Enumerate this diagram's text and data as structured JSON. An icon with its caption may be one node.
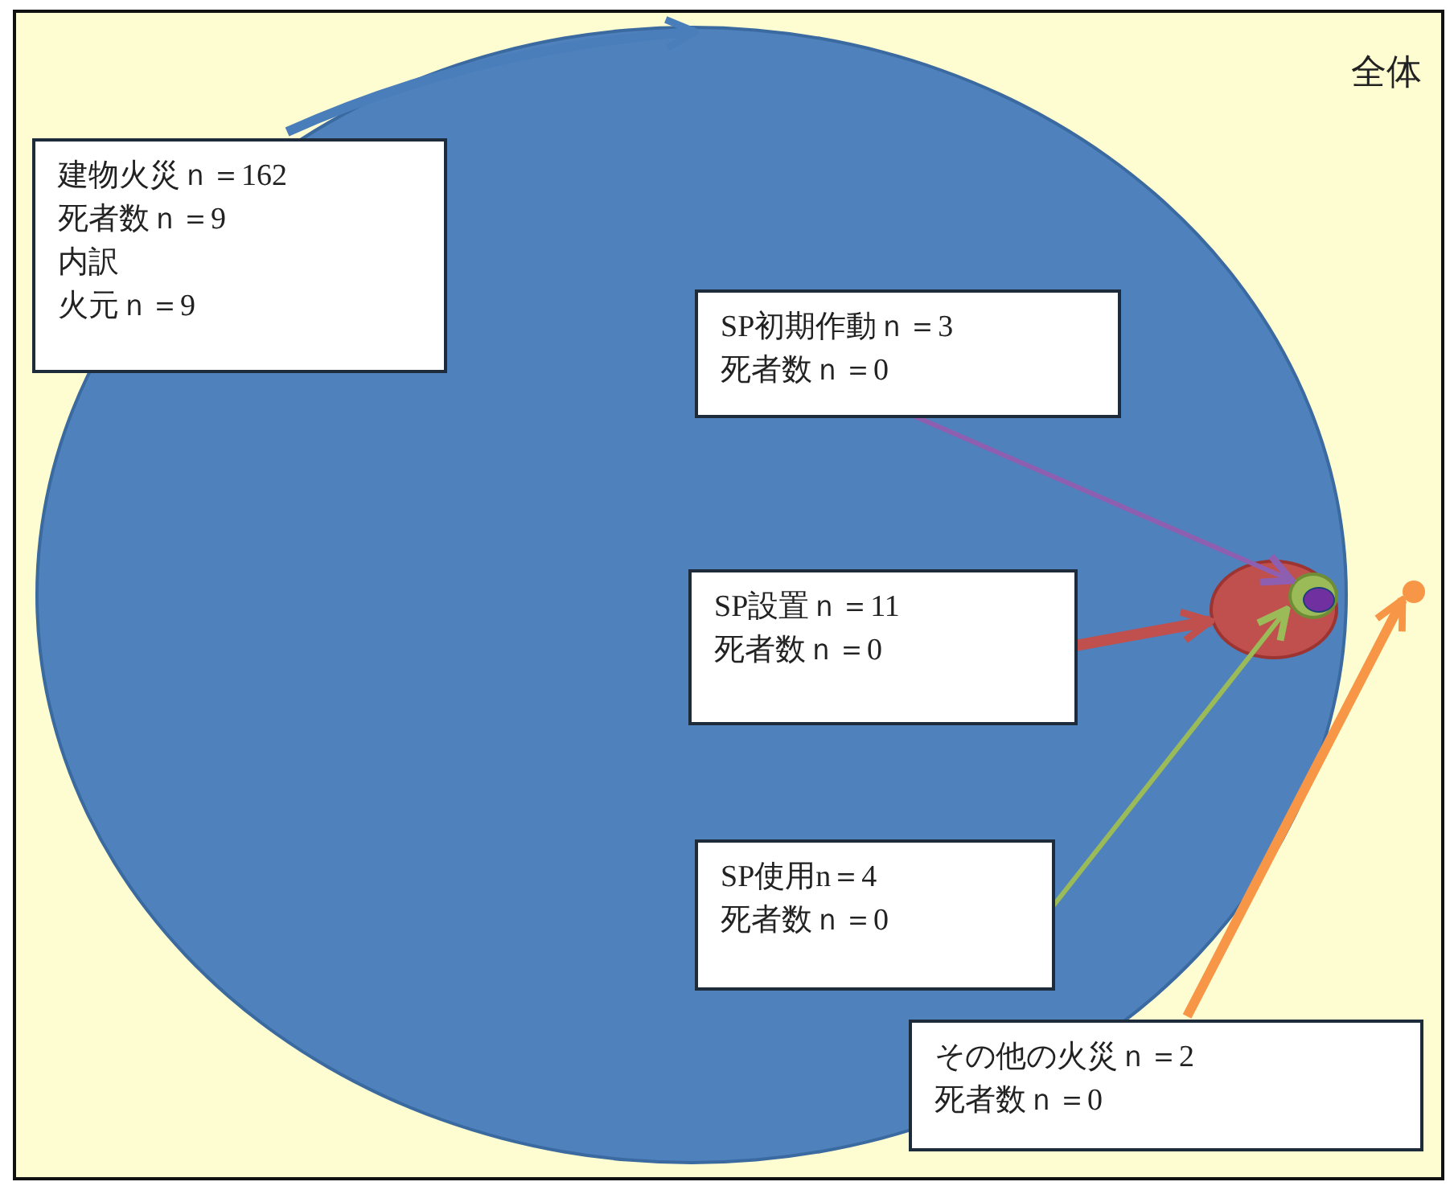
{
  "diagram": {
    "nodes": [
      {
        "text": [
          "全体"
        ]
      },
      {
        "text": [],
        "shape": "circle",
        "in": 0
      },
      {
        "text": [
          "建物火災ｎ＝162",
          "死者数ｎ＝9",
          "内訳",
          "火元ｎ＝9"
        ],
        "in": 1
      },
      {
        "text": [
          "SP初期作動ｎ＝3",
          "死者数ｎ＝0"
        ],
        "in": 1
      },
      {
        "text": [],
        "shape": "circle",
        "in": 1
      },
      {
        "text": [],
        "shape": "circle",
        "in": 4
      },
      {
        "text": [],
        "shape": "circle",
        "in": 5
      },
      {
        "text": [
          "SP設置ｎ＝11",
          "死者数ｎ＝0"
        ],
        "in": 1
      },
      {
        "text": [],
        "shape": "circle",
        "in": 0
      },
      {
        "text": [
          "SP使用n＝4",
          "死者数ｎ＝0"
        ],
        "in": 1
      },
      {
        "text": [
          "その他の火災ｎ＝2",
          "死者数ｎ＝0"
        ],
        "in": 0
      }
    ],
    "edges": [
      {
        "from": 2,
        "to": 1,
        "arrow": "to",
        "color": "#4a7ebb"
      },
      {
        "from": 3,
        "to": 6,
        "arrow": "to",
        "color": "#8e5fb0"
      },
      {
        "from": 7,
        "to": 4,
        "arrow": "to",
        "color": "#c0504d"
      },
      {
        "from": 9,
        "to": 5,
        "arrow": "to",
        "color": "#9bbb59"
      },
      {
        "from": 10,
        "to": 8,
        "arrow": "to",
        "color": "#f79646"
      }
    ]
  }
}
